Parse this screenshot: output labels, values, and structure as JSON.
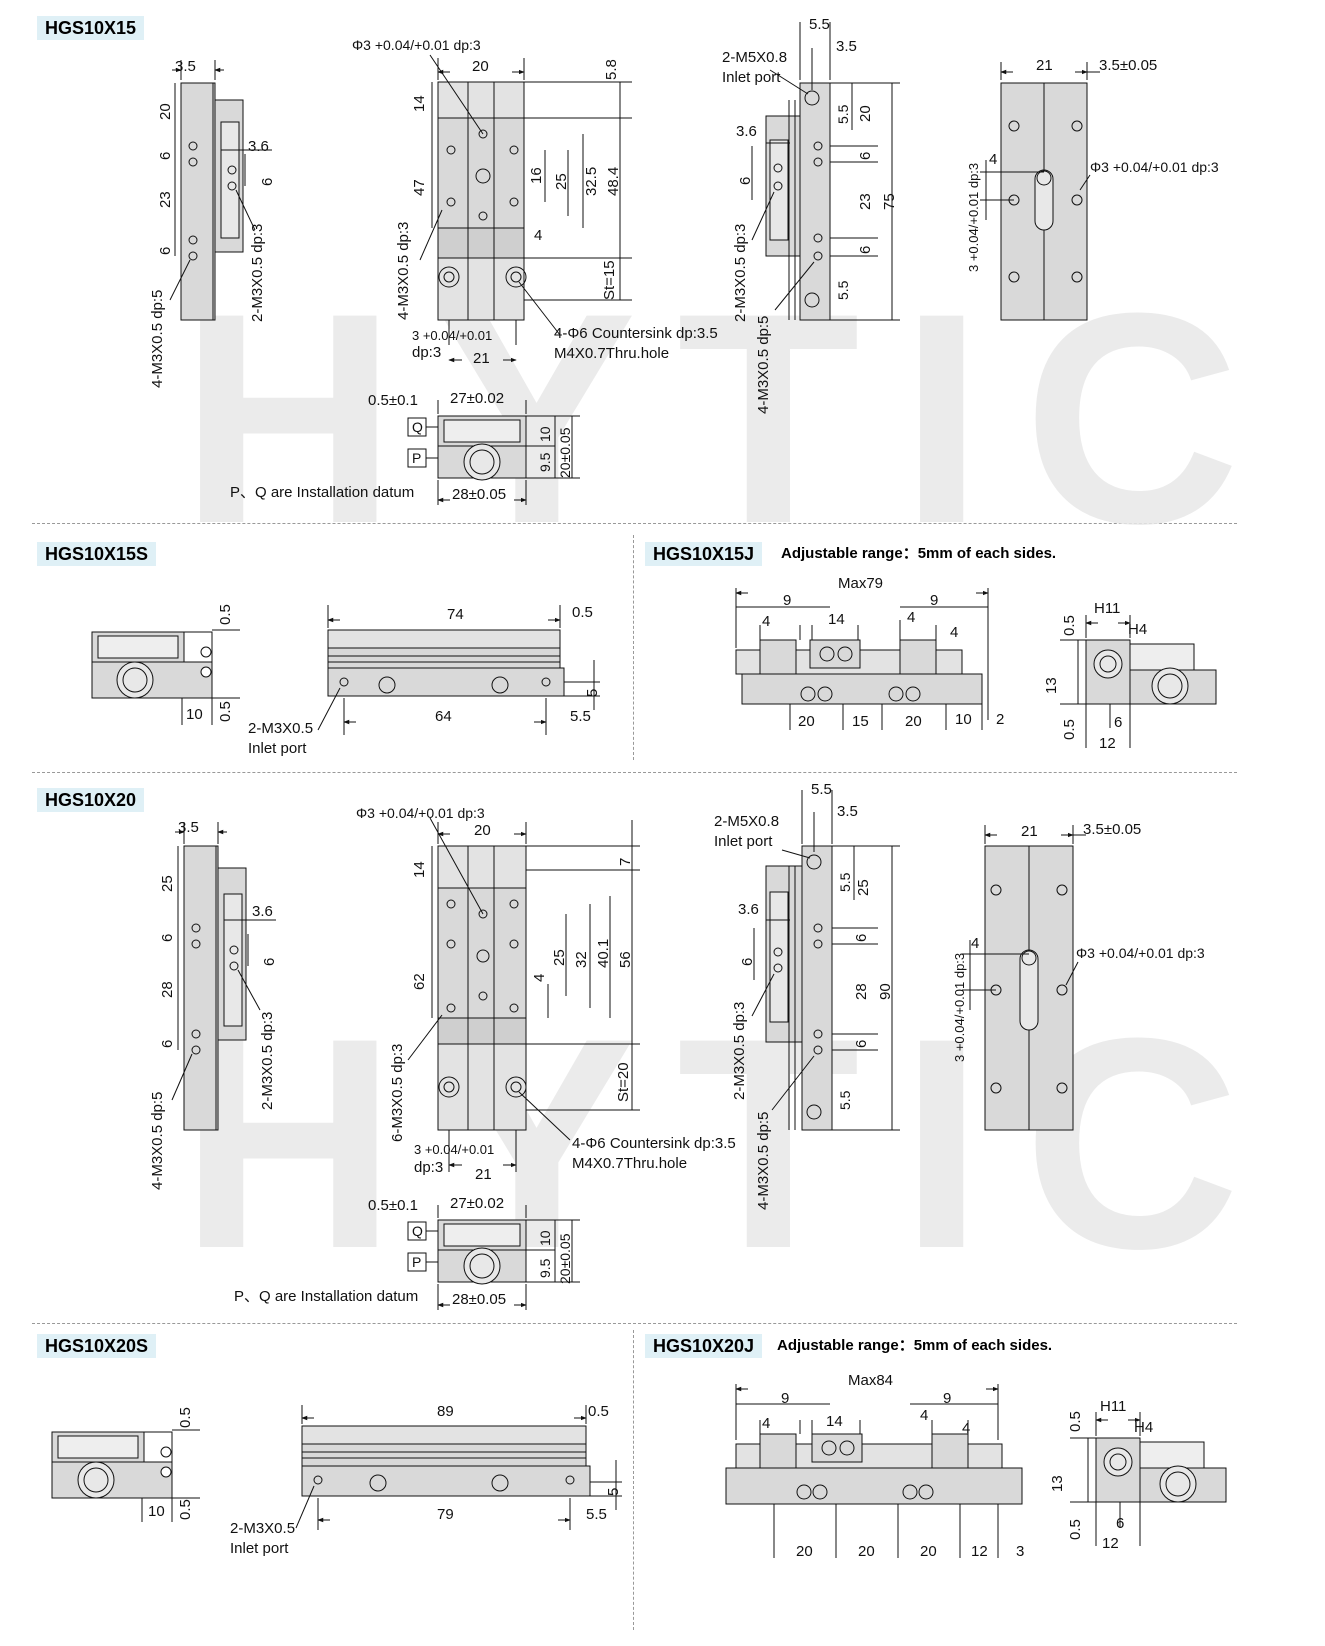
{
  "sections": {
    "hgs10x15": {
      "title": "HGS10X15",
      "labels": {
        "d_3_5": "3.5",
        "d_20": "20",
        "d_6a": "6",
        "d_23": "23",
        "d_6b": "6",
        "d_3_6": "3.6",
        "d_6c": "6",
        "side_holes": "4-M3X0.5 dp:5",
        "side_holes2": "2-M3X0.5 dp:3",
        "phi3_top": "Φ3 +0.04/+0.01 dp:3",
        "top_20": "20",
        "top_5_8": "5.8",
        "top_14": "14",
        "top_47": "47",
        "top_16": "16",
        "top_25": "25",
        "top_32_5": "32.5",
        "top_48_4": "48.4",
        "top_4": "4",
        "top_st": "St=15",
        "top_m3": "4-M3X0.5 dp:3",
        "top_3tol": "3 +0.04/+0.01",
        "top_dp3": "dp:3",
        "top_21": "21",
        "top_cs": "4-Φ6 Countersink dp:3.5",
        "top_thru": "M4X0.7Thru.hole",
        "r_5_5": "5.5",
        "r_3_5": "3.5",
        "r_m5": "2-M5X0.8",
        "r_inlet": "Inlet port",
        "r_5_5b": "5.5",
        "r_20": "20",
        "r_3_6": "3.6",
        "r_6a": "6",
        "r_6b": "6",
        "r_23": "23",
        "r_75": "75",
        "r_6c": "6",
        "r_5_5c": "5.5",
        "r_m3dp3": "2-M3X0.5 dp:3",
        "r_m3dp5": "4-M3X0.5 dp:5",
        "b_21": "21",
        "b_3_5": "3.5±0.05",
        "b_4": "4",
        "b_phi3": "Φ3 +0.04/+0.01 dp:3",
        "b_3dp": "3 +0.04/+0.01 dp:3",
        "e_0_5": "0.5±0.1",
        "e_27": "27±0.02",
        "e_q": "Q",
        "e_p": "P",
        "e_10": "10",
        "e_9_5": "9.5",
        "e_20": "20±0.05",
        "e_28": "28±0.05",
        "e_datum": "P、Q are Installation datum"
      }
    },
    "hgs10x15s": {
      "title": "HGS10X15S",
      "labels": {
        "a_0_5": "0.5",
        "a_0_5b": "0.5",
        "a_10": "10",
        "b_74": "74",
        "b_0_5": "0.5",
        "b_5": "5",
        "b_64": "64",
        "b_5_5": "5.5",
        "b_m3": "2-M3X0.5",
        "b_inlet": "Inlet port"
      }
    },
    "hgs10x15j": {
      "title": "HGS10X15J",
      "note": "Adjustable range：5mm of each sides.",
      "labels": {
        "max": "Max79",
        "d_9a": "9",
        "d_9b": "9",
        "d_4a": "4",
        "d_14": "14",
        "d_4b": "4",
        "d_4c": "4",
        "d_20a": "20",
        "d_15": "15",
        "d_20b": "20",
        "d_10": "10",
        "d_2": "2",
        "s_h11": "H11",
        "s_h4": "H4",
        "s_0_5a": "0.5",
        "s_13": "13",
        "s_0_5b": "0.5",
        "s_6": "6",
        "s_12": "12"
      }
    },
    "hgs10x20": {
      "title": "HGS10X20",
      "labels": {
        "d_3_5": "3.5",
        "d_25": "25",
        "d_6a": "6",
        "d_28": "28",
        "d_6b": "6",
        "d_3_6": "3.6",
        "d_6c": "6",
        "side_holes": "4-M3X0.5 dp:5",
        "side_holes2": "2-M3X0.5 dp:3",
        "phi3_top": "Φ3 +0.04/+0.01 dp:3",
        "top_20": "20",
        "top_7": "7",
        "top_14": "14",
        "top_62": "62",
        "top_4": "4",
        "top_25": "25",
        "top_32": "32",
        "top_40_1": "40.1",
        "top_56": "56",
        "top_st": "St=20",
        "top_m3": "6-M3X0.5 dp:3",
        "top_3tol": "3 +0.04/+0.01",
        "top_dp3": "dp:3",
        "top_21": "21",
        "top_cs": "4-Φ6 Countersink dp:3.5",
        "top_thru": "M4X0.7Thru.hole",
        "r_5_5": "5.5",
        "r_3_5": "3.5",
        "r_m5": "2-M5X0.8",
        "r_inlet": "Inlet port",
        "r_5_5b": "5.5",
        "r_25": "25",
        "r_3_6": "3.6",
        "r_6a": "6",
        "r_6b": "6",
        "r_28": "28",
        "r_90": "90",
        "r_6c": "6",
        "r_5_5c": "5.5",
        "r_m3dp3": "2-M3X0.5 dp:3",
        "r_m3dp5": "4-M3X0.5 dp:5",
        "b_21": "21",
        "b_3_5": "3.5±0.05",
        "b_4": "4",
        "b_phi3": "Φ3 +0.04/+0.01 dp:3",
        "b_3dp": "3 +0.04/+0.01 dp:3",
        "e_0_5": "0.5±0.1",
        "e_27": "27±0.02",
        "e_q": "Q",
        "e_p": "P",
        "e_10": "10",
        "e_9_5": "9.5",
        "e_20": "20±0.05",
        "e_28": "28±0.05",
        "e_datum": "P、Q are Installation datum"
      }
    },
    "hgs10x20s": {
      "title": "HGS10X20S",
      "labels": {
        "a_0_5": "0.5",
        "a_0_5b": "0.5",
        "a_10": "10",
        "b_89": "89",
        "b_0_5": "0.5",
        "b_5": "5",
        "b_79": "79",
        "b_5_5": "5.5",
        "b_m3": "2-M3X0.5",
        "b_inlet": "Inlet port"
      }
    },
    "hgs10x20j": {
      "title": "HGS10X20J",
      "note": "Adjustable range：5mm of each sides.",
      "labels": {
        "max": "Max84",
        "d_9a": "9",
        "d_9b": "9",
        "d_4a": "4",
        "d_14": "14",
        "d_4b": "4",
        "d_4c": "4",
        "d_20a": "20",
        "d_20b": "20",
        "d_20c": "20",
        "d_12": "12",
        "d_3": "3",
        "s_h11": "H11",
        "s_h4": "H4",
        "s_0_5a": "0.5",
        "s_13": "13",
        "s_0_5b": "0.5",
        "s_6": "6",
        "s_12": "12"
      }
    }
  },
  "watermark": "HYTIC",
  "colors": {
    "title_bg": "#dff0f6",
    "body_fill": "#d9d9d9",
    "line": "#111111",
    "watermark": "#e6e6e6"
  }
}
